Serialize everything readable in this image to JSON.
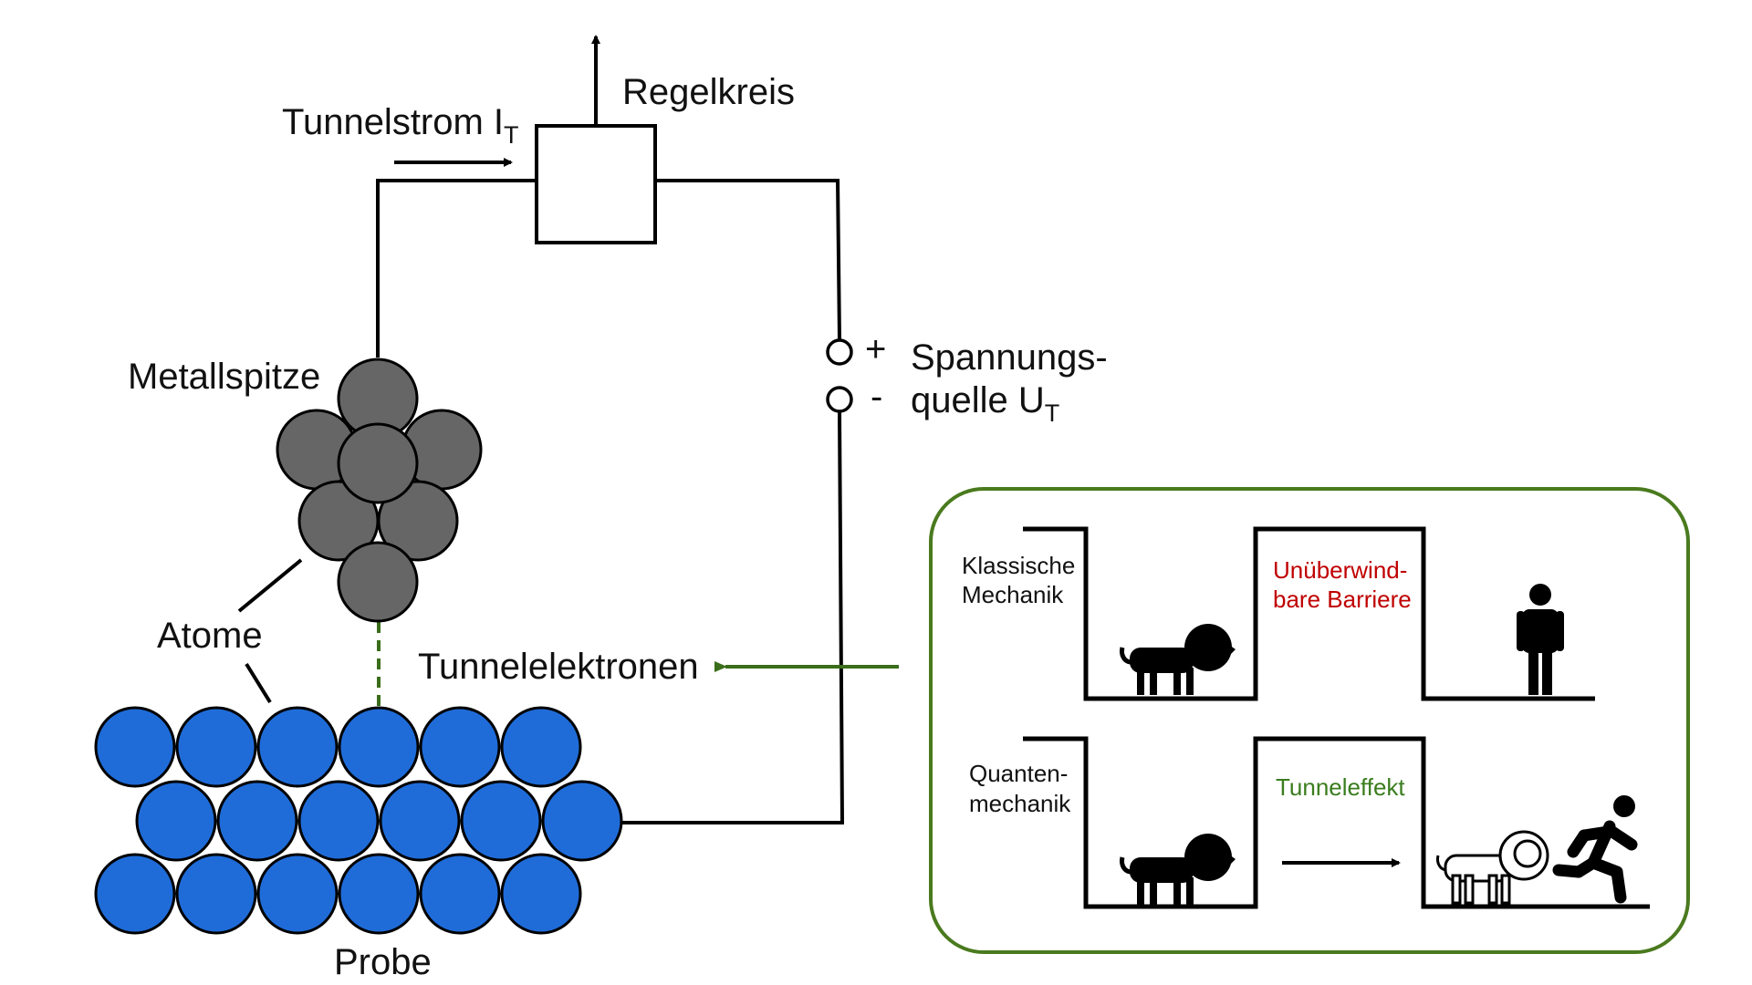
{
  "labels": {
    "regelkreis": "Regelkreis",
    "tunnelstrom": "Tunnelstrom I",
    "tunnelstrom_sub": "T",
    "spannung_plus": "+",
    "spannung_minus": "-",
    "spannung_line1": "Spannungs-",
    "spannung_line2": "quelle U",
    "spannung_sub": "T",
    "metallspitze": "Metallspitze",
    "atome": "Atome",
    "tunnelelektronen": "Tunnelelektronen",
    "probe": "Probe"
  },
  "inset": {
    "classical_line1": "Klassische",
    "classical_line2": "Mechanik",
    "barrier_line1": "Unüberwind-",
    "barrier_line2": "bare Barriere",
    "quantum_line1": "Quanten-",
    "quantum_line2": "mechanik",
    "tunnel_effect": "Tunneleffekt"
  },
  "colors": {
    "tip_atom": "#666666",
    "sample_atom": "#1f6cd9",
    "inset_border": "#4a7a1e",
    "barrier_text": "#c00000",
    "tunnel_text": "#3a7d1e",
    "green_arrow": "#3a6e1a"
  },
  "icons": [
    "lion-icon",
    "person-standing-icon",
    "lion-outline-icon",
    "running-person-icon"
  ]
}
